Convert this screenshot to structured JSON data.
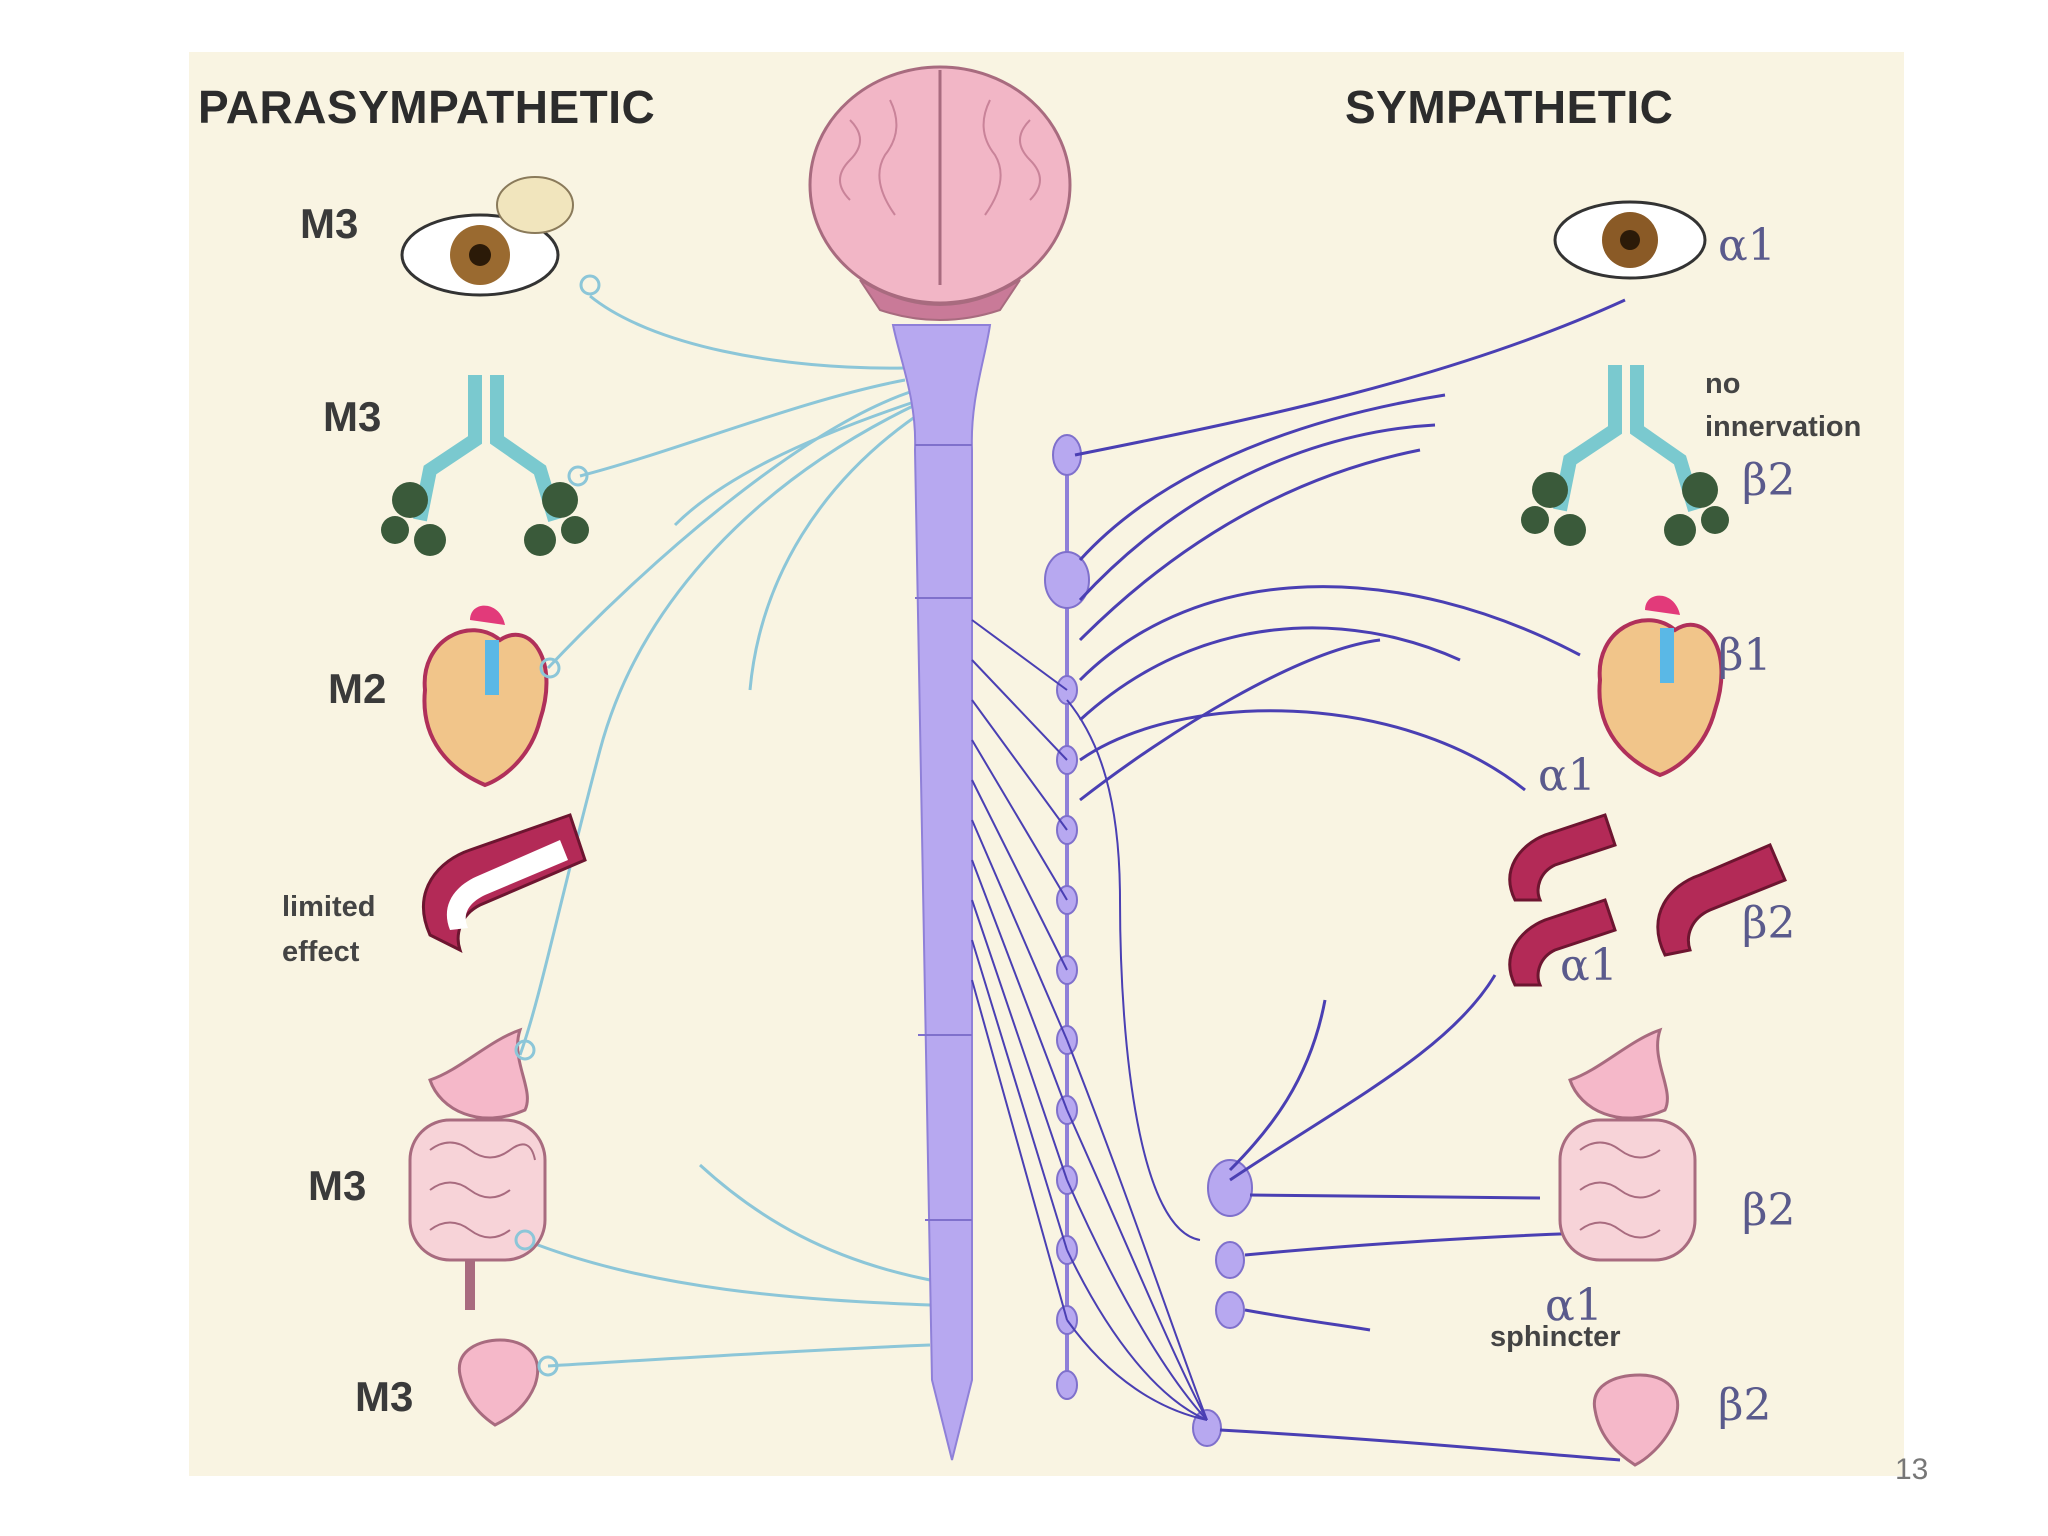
{
  "headers": {
    "left": "PARASYMPATHETIC",
    "right": "SYMPATHETIC"
  },
  "parasympathetic": [
    {
      "organ": "eye",
      "receptor": "M3"
    },
    {
      "organ": "lungs",
      "receptor": "M3"
    },
    {
      "organ": "heart",
      "receptor": "M2"
    },
    {
      "organ": "blood-vessel",
      "note_line1": "limited",
      "note_line2": "effect"
    },
    {
      "organ": "gut",
      "receptor": "M3"
    },
    {
      "organ": "bladder",
      "receptor": "M3"
    }
  ],
  "sympathetic": {
    "eye": "α1",
    "lungs_note_line1": "no",
    "lungs_note_line2": "innervation",
    "lungs": "β2",
    "heart": "β1",
    "vessel_top": "α1",
    "vessel_mid": "α1",
    "vessel_right": "β2",
    "gut": "β2",
    "gut_sphincter": "α1",
    "gut_sphincter_label": "sphincter",
    "bladder": "β2"
  },
  "colors": {
    "background": "#f9f4e2",
    "parasympathetic_nerve": "#8cc6d8",
    "sympathetic_nerve": "#4a3fb3",
    "spinal_cord": "#b7a8f0",
    "brain": "#f2b6c6"
  },
  "page_number": "13"
}
